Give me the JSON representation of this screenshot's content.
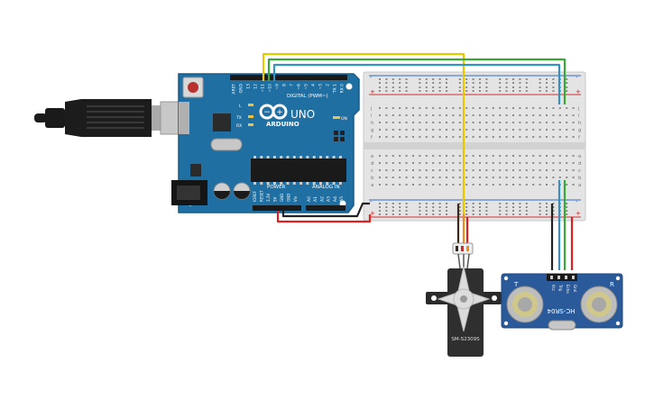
{
  "arduino": {
    "brand": "UNO",
    "logo_text": "ARDUINO",
    "digital_label": "DIGITAL (PWM~)",
    "power_label": "POWER",
    "analog_label": "ANALOG IN",
    "l_led": "L",
    "tx_led": "TX",
    "rx_led": "RX",
    "on_led": "ON",
    "top_pins": [
      "AREF",
      "GND",
      "13",
      "12",
      "~11",
      "~10",
      "~9",
      "8",
      "7",
      "~6",
      "~5",
      "4",
      "~3",
      "2",
      "TX 1",
      "RX 0"
    ],
    "power_pins": [
      "IOREF",
      "RESET",
      "3.3V",
      "5V",
      "GND",
      "GND",
      "Vin"
    ],
    "analog_pins": [
      "A0",
      "A1",
      "A2",
      "A3",
      "A4",
      "A5"
    ]
  },
  "breadboard": {
    "row_letters_top": [
      "j",
      "i",
      "h",
      "g",
      "f"
    ],
    "row_letters_bottom": [
      "e",
      "d",
      "c",
      "b",
      "a"
    ],
    "rail_plus": "+",
    "rail_minus": "-"
  },
  "servo": {
    "model": "SM-S2309S"
  },
  "sensor": {
    "model": "HC-SR04",
    "pins": [
      "Vcc",
      "Trig",
      "Echo",
      "Gnd"
    ],
    "t_label": "T",
    "r_label": "R"
  },
  "colors": {
    "board": "#1f6fa3",
    "wire_red": "#e02020",
    "wire_black": "#222222",
    "wire_yellow": "#e8c800",
    "wire_green": "#38a838",
    "wire_blue": "#2f93c8",
    "wire_orange": "#f08c1a"
  }
}
